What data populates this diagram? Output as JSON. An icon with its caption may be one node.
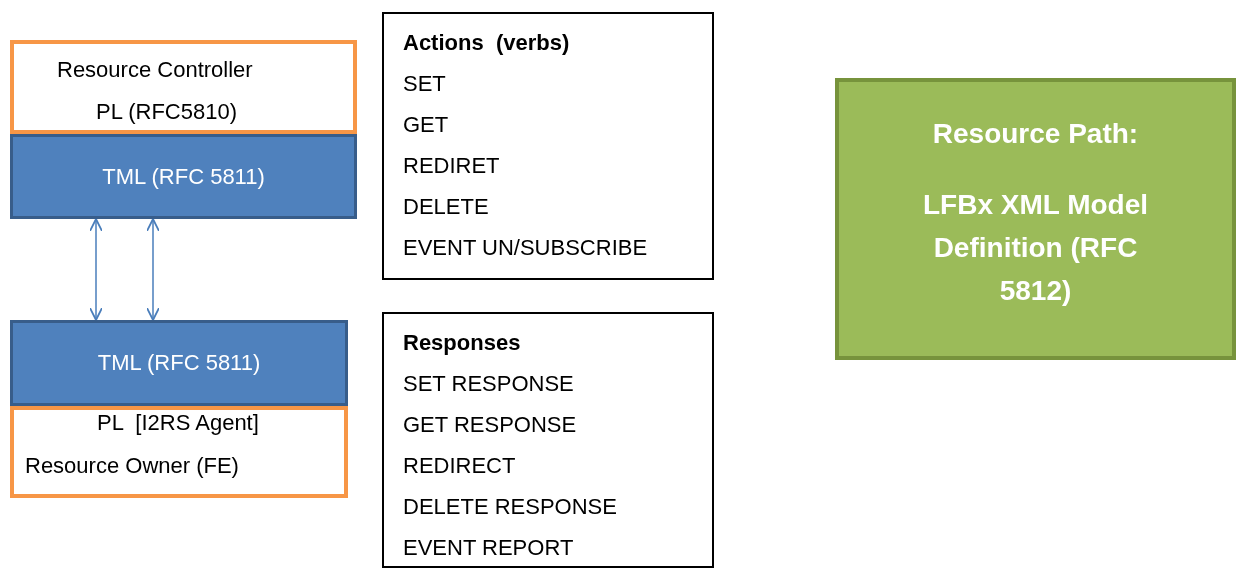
{
  "diagram": {
    "nodes": [
      {
        "text": [
          "Resource Controller",
          "PL (RFC5810)"
        ]
      },
      {
        "text": [
          "TML (RFC 5811)"
        ]
      },
      {
        "text": [
          "TML (RFC 5811)"
        ]
      },
      {
        "text": [
          "PL  [I2RS Agent]",
          "Resource Owner (FE)"
        ]
      },
      {
        "text": [
          "Actions  (verbs)",
          "SET",
          "GET",
          "REDIRET",
          "DELETE",
          "EVENT UN/SUBSCRIBE"
        ]
      },
      {
        "text": [
          "Responses",
          "SET RESPONSE",
          "GET RESPONSE",
          "REDIRECT",
          "DELETE RESPONSE",
          "EVENT REPORT"
        ]
      },
      {
        "text": [
          "Resource Path:",
          "LFBx XML Model Definition (RFC 5812)"
        ]
      }
    ],
    "edges": [
      {
        "from": 1,
        "to": 2,
        "arrow": "both"
      },
      {
        "from": 1,
        "to": 2,
        "arrow": "both"
      }
    ]
  }
}
